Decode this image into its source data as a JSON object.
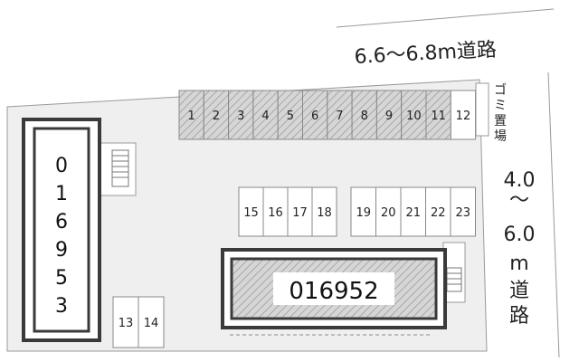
{
  "roads": {
    "north_label": "6.6〜6.8m道路",
    "east_label": [
      "4.0",
      "〜",
      "6.0",
      "m",
      "道",
      "路"
    ]
  },
  "garbage": {
    "label": [
      "ゴ",
      "ミ",
      "置",
      "場"
    ]
  },
  "buildings": {
    "west": {
      "label": [
        "0",
        "1",
        "6",
        "9",
        "5",
        "3"
      ]
    },
    "center": {
      "label": "016952"
    }
  },
  "parking": {
    "north_row": [
      "1",
      "2",
      "3",
      "4",
      "5",
      "6",
      "7",
      "8",
      "9",
      "10",
      "11",
      "12"
    ],
    "mid_left": [
      "15",
      "16",
      "17",
      "18"
    ],
    "mid_right": [
      "19",
      "20",
      "21",
      "22",
      "23"
    ],
    "southwest": [
      "13",
      "14"
    ]
  },
  "colors": {
    "lot": "#efefef",
    "building_border": "#3a3a3a",
    "hatch": "#b8b8b8",
    "line": "#9a9a9a"
  }
}
